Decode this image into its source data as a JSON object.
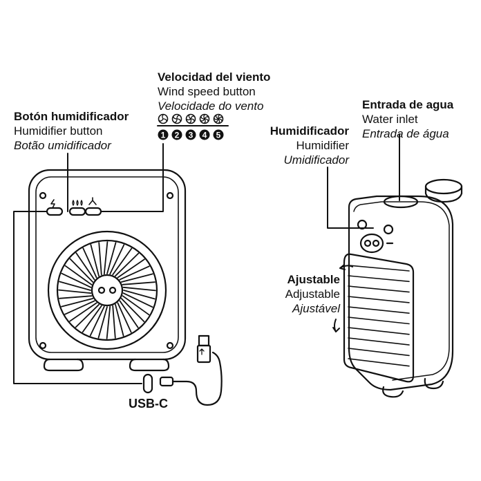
{
  "labels": {
    "wind_speed": {
      "es": "Velocidad del viento",
      "en": "Wind speed button",
      "pt": "Velocidade do vento"
    },
    "humidifier_button": {
      "es": "Botón humidificador",
      "en": "Humidifier button",
      "pt": "Botão umidificador"
    },
    "water_inlet": {
      "es": "Entrada de agua",
      "en": "Water inlet",
      "pt": "Entrada de água"
    },
    "humidifier": {
      "es": "Humidificador",
      "en": "Humidifier",
      "pt": "Umidificador"
    },
    "adjustable": {
      "es": "Ajustable",
      "en": "Adjustable",
      "pt": "Ajustável"
    },
    "usb": "USB-C"
  },
  "speeds": [
    "1",
    "2",
    "3",
    "4",
    "5"
  ],
  "icons": [
    "fan-speed-icon",
    "power-icon",
    "humidifier-drops-icon",
    "fan-icon",
    "usb-c-port-icon",
    "usb-cable-icon"
  ]
}
